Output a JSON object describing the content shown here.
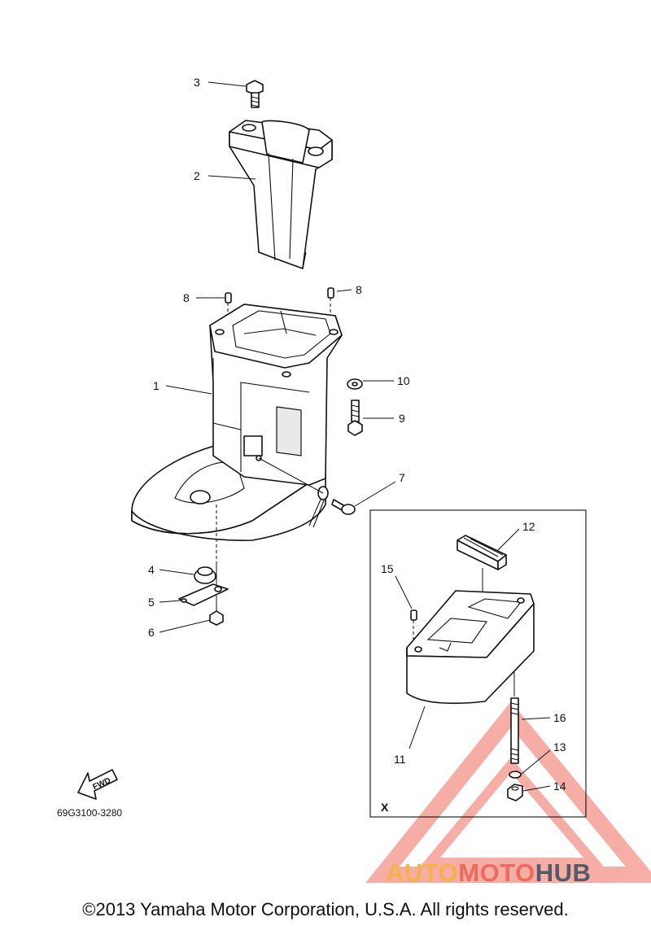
{
  "callouts": {
    "c1": "1",
    "c2": "2",
    "c3": "3",
    "c4": "4",
    "c5": "5",
    "c6": "6",
    "c7": "7",
    "c8a": "8",
    "c8b": "8",
    "c9": "9",
    "c10": "10",
    "c11": "11",
    "c12": "12",
    "c13": "13",
    "c14": "14",
    "c15": "15",
    "c16": "16"
  },
  "detail_box": {
    "label": "X"
  },
  "fwd_arrow": {
    "label": "FWD"
  },
  "diagram_code": "69G3100-3280",
  "logo": {
    "part1": "AUTO",
    "part2": "MOTO",
    "part3": "HUB",
    "triangle_color": "#ee6b5c"
  },
  "copyright": "©2013 Yamaha Motor Corporation, U.S.A. All rights reserved."
}
